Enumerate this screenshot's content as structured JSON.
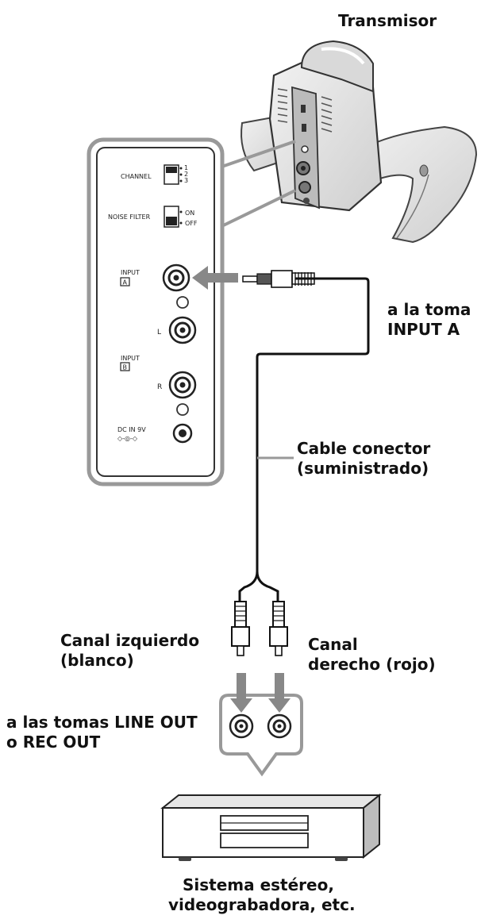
{
  "labels": {
    "transmitter": "Transmisor",
    "to_input_a_1": "a la toma",
    "to_input_a_2": "INPUT A",
    "cable_1": "Cable conector",
    "cable_2": "(suministrado)",
    "left_channel_1": "Canal izquierdo",
    "left_channel_2": "(blanco)",
    "right_channel_1": "Canal",
    "right_channel_2": "derecho (rojo)",
    "line_out_1": "a las tomas LINE OUT",
    "line_out_2": "o REC OUT",
    "stereo_1": "Sistema estéreo,",
    "stereo_2": "videograbadora, etc."
  },
  "panel": {
    "channel": "CHANNEL",
    "channel_pos_1": "1",
    "channel_pos_2": "2",
    "channel_pos_3": "3",
    "noise_filter": "NOISE FILTER",
    "on": "ON",
    "off": "OFF",
    "input_a_label": "INPUT",
    "input_a_letter": "A",
    "jack_l": "L",
    "input_b_label": "INPUT",
    "input_b_letter": "B",
    "jack_r": "R",
    "dc_in": "DC IN 9V"
  }
}
